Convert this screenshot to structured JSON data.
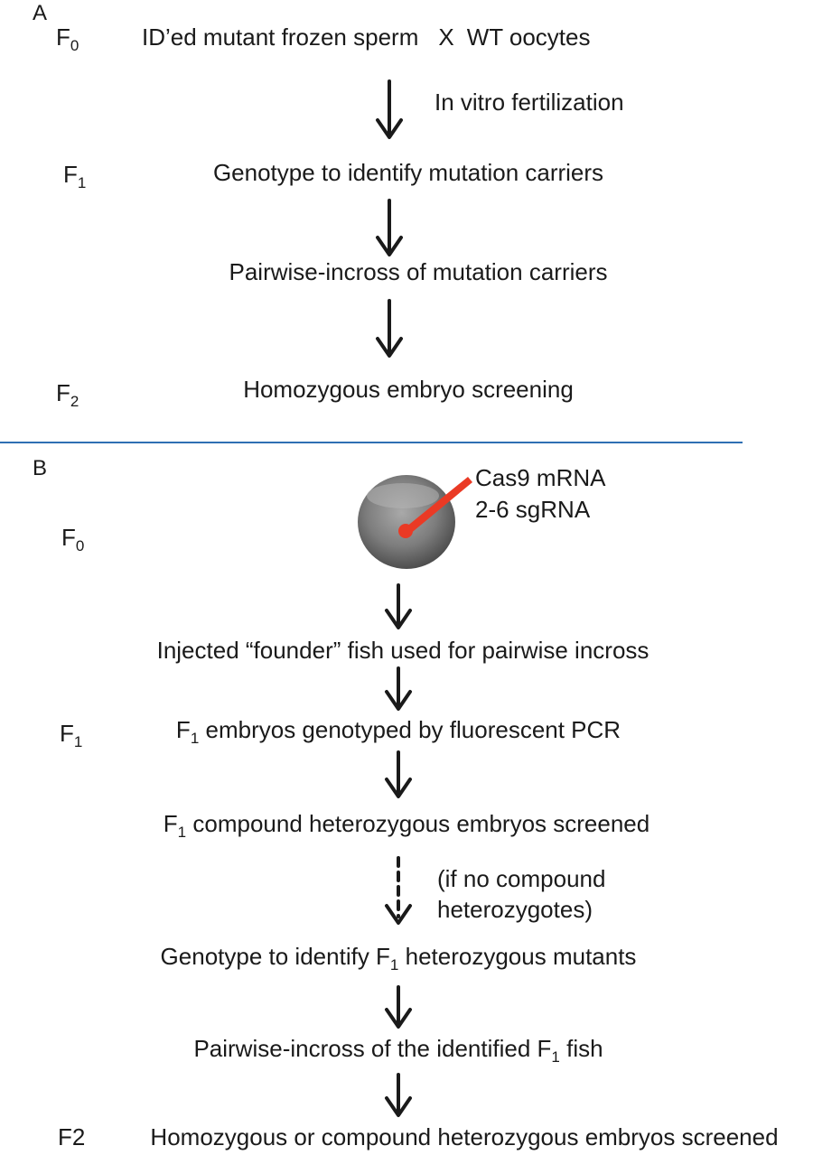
{
  "panel_a": {
    "label": "A",
    "generations": {
      "f0": "F",
      "f0_sub": "0",
      "f1": "F",
      "f1_sub": "1",
      "f2": "F",
      "f2_sub": "2"
    },
    "step1": {
      "left": "ID’ed mutant frozen sperm",
      "cross": "X",
      "right": "WT oocytes"
    },
    "arrow1_label": "In vitro fertilization",
    "step2": "Genotype to identify mutation carriers",
    "step3": "Pairwise-incross of mutation carriers",
    "step4": "Homozygous embryo screening"
  },
  "panel_b": {
    "label": "B",
    "generations": {
      "f0": "F",
      "f0_sub": "0",
      "f1": "F",
      "f1_sub": "1",
      "f2": "F2"
    },
    "injection": {
      "line1": "Cas9 mRNA",
      "line2": "2-6 sgRNA"
    },
    "step1": "Injected “founder” fish used for pairwise incross",
    "step2": {
      "pre": "F",
      "sub": "1",
      "post": " embryos genotyped by fluorescent PCR"
    },
    "step3": {
      "pre": "F",
      "sub": "1",
      "post": " compound heterozygous embryos screened"
    },
    "dashed_label": {
      "line1": "(if no compound",
      "line2": "heterozygotes)"
    },
    "step4": {
      "pre": "Genotype to identify F",
      "sub": "1",
      "post": " heterozygous mutants"
    },
    "step5": {
      "pre": "Pairwise-incross of the identified F",
      "sub": "1",
      "post": " fish"
    },
    "step6": "Homozygous or compound heterozygous embryos screened"
  },
  "colors": {
    "divider": "#2f6fb3",
    "needle": "#ea3a25",
    "embryo": "#8a8a8a",
    "text": "#1a1a1a"
  }
}
